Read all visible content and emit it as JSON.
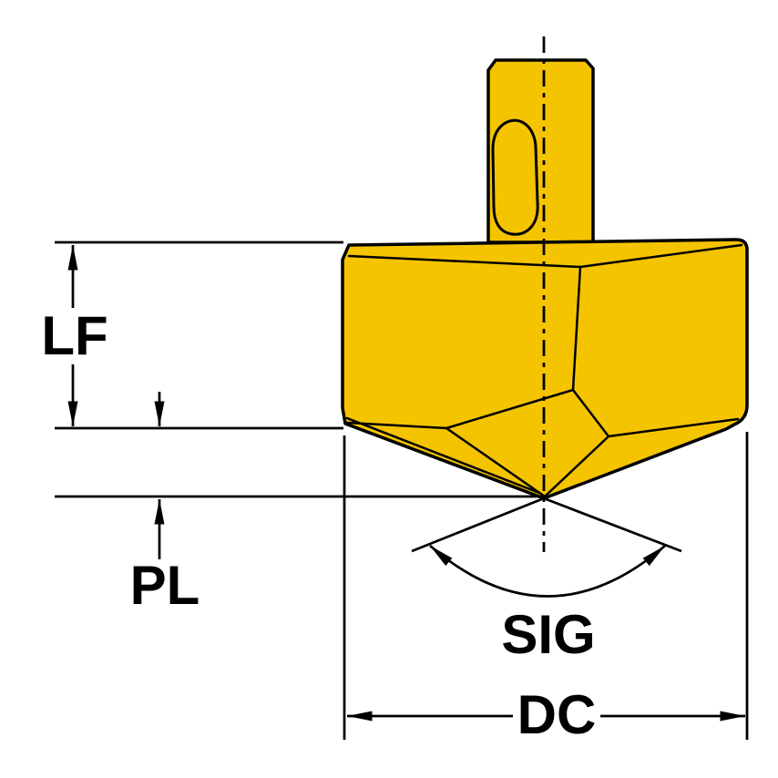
{
  "labels": {
    "lf": "LF",
    "pl": "PL",
    "sig": "SIG",
    "dc": "DC"
  },
  "colors": {
    "insert": "#F5C400",
    "outline": "#000000",
    "background": "#FFFFFF"
  }
}
